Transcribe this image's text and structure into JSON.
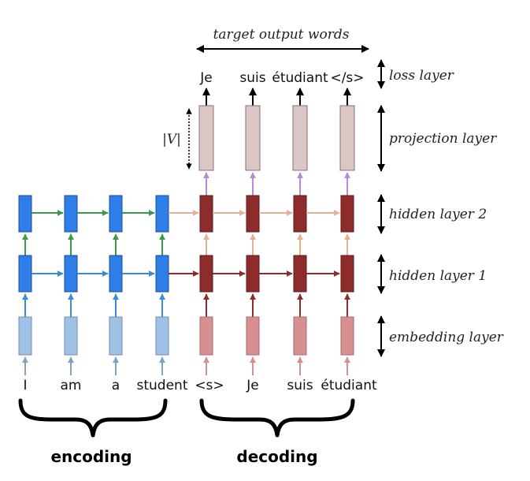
{
  "header": {
    "target_label": "target output words"
  },
  "targets": [
    "Je",
    "suis",
    "étudiant",
    "</s>"
  ],
  "inputs": [
    "I",
    "am",
    "a",
    "student",
    "<s>",
    "Je",
    "suis",
    "étudiant"
  ],
  "layers": {
    "loss": "loss layer",
    "projection": "projection layer",
    "hidden2": "hidden layer 2",
    "hidden1": "hidden layer 1",
    "embedding": "embedding layer"
  },
  "vocab_label": "|V|",
  "sections": {
    "encoding": "encoding",
    "decoding": "decoding"
  },
  "colors": {
    "encoder_hidden": "#2f7ee8",
    "encoder_embedding": "#9fc1e6",
    "decoder_hidden": "#8e2b2b",
    "decoder_embedding": "#d79092",
    "projection": "#dbc6c6",
    "arrow_blue": "#3a8ad6",
    "arrow_green": "#3a9a4a",
    "arrow_darkred": "#8e2b2b",
    "arrow_tan": "#e2b293",
    "arrow_purple": "#b58ad9",
    "arrow_pink": "#d79092"
  }
}
